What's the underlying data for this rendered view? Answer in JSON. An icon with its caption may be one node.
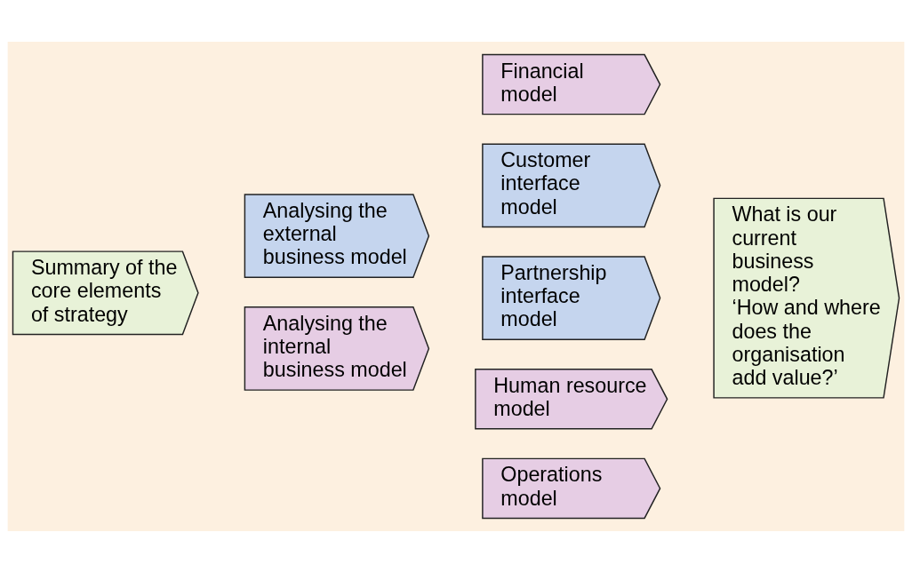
{
  "diagram": {
    "nodes": [
      {
        "text": [
          "Summary of the core elements of strategy"
        ]
      },
      {
        "text": [
          "Analysing the external business model"
        ]
      },
      {
        "text": [
          "Analysing the internal business model"
        ]
      },
      {
        "text": [
          "Customer interface model"
        ]
      },
      {
        "text": [
          "Partnership interface model"
        ]
      },
      {
        "text": [
          "Human resource model"
        ]
      },
      {
        "text": [
          "Operations model"
        ]
      },
      {
        "text": [
          "Financial model"
        ]
      },
      {
        "text": [
          "What is our current business model?",
          "‘How and where does the organisation add value?’"
        ]
      }
    ]
  }
}
